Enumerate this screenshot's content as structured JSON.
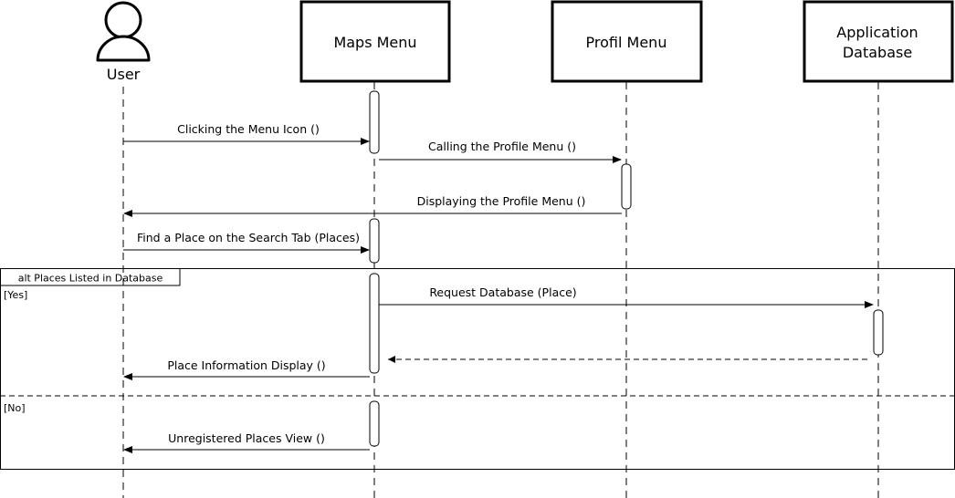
{
  "participants": [
    {
      "id": "user",
      "kind": "actor",
      "label": "User"
    },
    {
      "id": "maps",
      "kind": "box",
      "label": "Maps Menu"
    },
    {
      "id": "profil",
      "kind": "box",
      "label": "Profil Menu"
    },
    {
      "id": "db",
      "kind": "box",
      "label_lines": [
        "Application",
        "Database"
      ]
    }
  ],
  "messages": [
    {
      "id": "m1",
      "label": "Clicking the Menu Icon ()",
      "type": "sync"
    },
    {
      "id": "m2",
      "label": "Calling the Profile Menu ()",
      "type": "sync"
    },
    {
      "id": "m3",
      "label": "Displaying the Profile Menu ()",
      "type": "sync"
    },
    {
      "id": "m4",
      "label": "Find a Place on the Search Tab (Places)",
      "type": "sync"
    },
    {
      "id": "m5",
      "label": "Request Database (Place)",
      "type": "sync"
    },
    {
      "id": "m6",
      "label": "",
      "type": "return"
    },
    {
      "id": "m7",
      "label": "Place Information Display ()",
      "type": "sync"
    },
    {
      "id": "m8",
      "label": "Unregistered Places View ()",
      "type": "sync"
    }
  ],
  "alt_fragment": {
    "title": "alt Places Listed in Database",
    "guards": [
      "[Yes]",
      "[No]"
    ]
  },
  "colors": {
    "stroke": "#000000",
    "background": "#ffffff"
  }
}
